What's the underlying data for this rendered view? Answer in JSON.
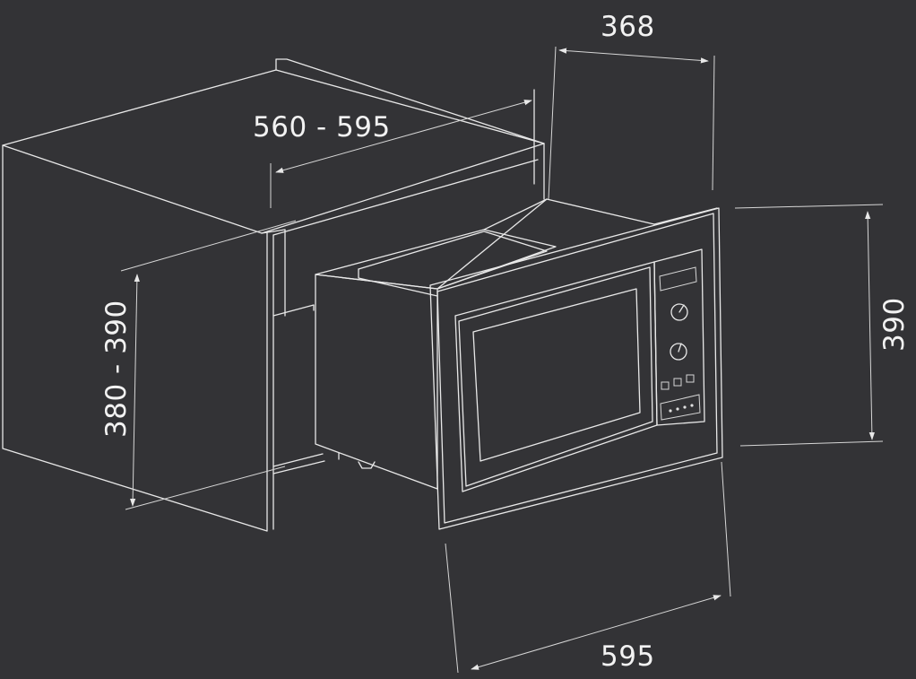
{
  "dimensions": {
    "depth": "368",
    "cabinet_width": "560 - 595",
    "cabinet_height": "380 - 390",
    "frame_height": "390",
    "frame_width": "595"
  },
  "colors": {
    "background": "#333336",
    "line": "#e8e8e8"
  }
}
